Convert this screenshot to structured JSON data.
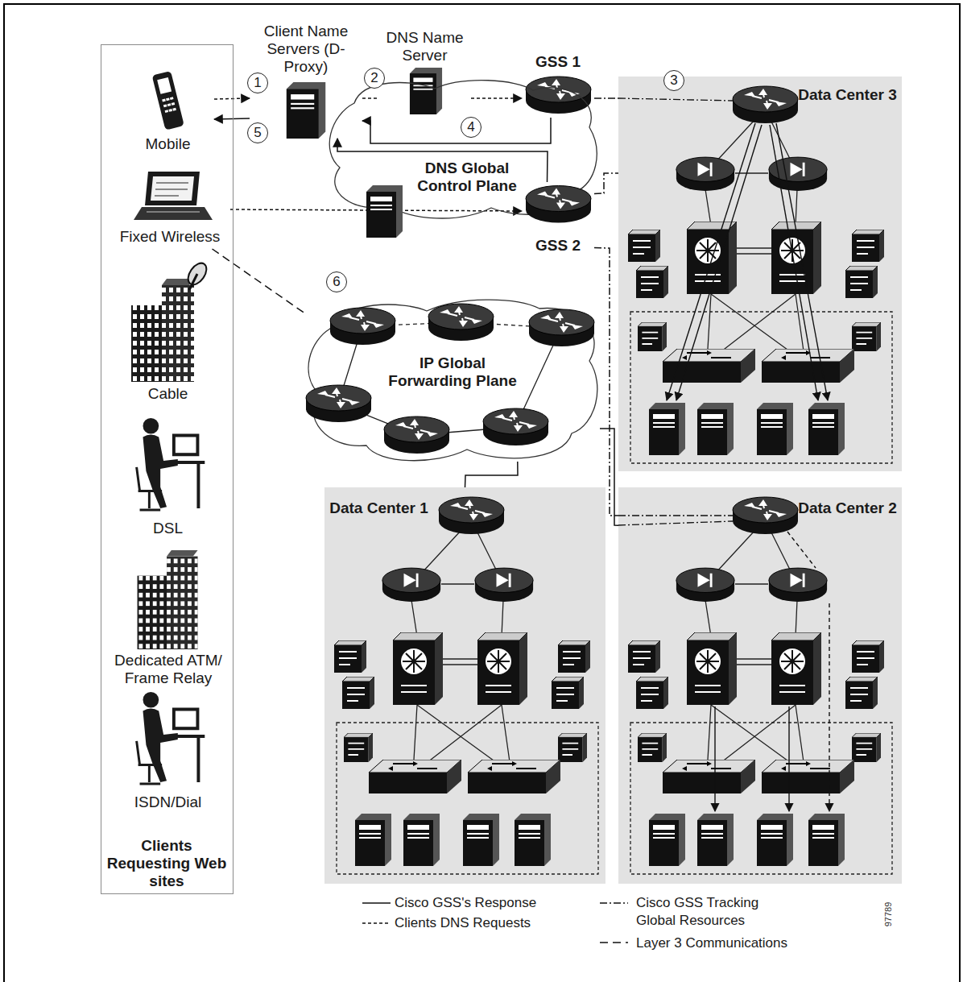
{
  "diagram": {
    "nodes": [
      {
        "text": [
          "Clients Requesting Web sites"
        ]
      },
      {
        "text": [
          "Mobile"
        ],
        "in": 0
      },
      {
        "text": [
          "Fixed Wireless"
        ],
        "in": 0
      },
      {
        "text": [
          "Cable"
        ],
        "in": 0
      },
      {
        "text": [
          "DSL"
        ],
        "in": 0
      },
      {
        "text": [
          "Dedicated ATM/ Frame Relay"
        ],
        "in": 0
      },
      {
        "text": [
          "ISDN/Dial"
        ],
        "in": 0
      },
      {
        "text": [
          "Client Name Servers (D-Proxy)"
        ]
      },
      {
        "text": [
          "DNS Name Server"
        ]
      },
      {
        "text": [
          "GSS 1"
        ]
      },
      {
        "text": [
          "DNS Global Control Plane"
        ]
      },
      {
        "text": [
          "GSS 2"
        ]
      },
      {
        "text": [
          "IP Global Forwarding Plane"
        ]
      },
      {
        "text": [
          "Data Center 3"
        ]
      },
      {
        "text": [
          "Data Center 1"
        ]
      },
      {
        "text": [
          "Data Center 2"
        ]
      }
    ],
    "edges": [
      {
        "from": 1,
        "to": 7,
        "arrow": "to"
      },
      {
        "from": 7,
        "to": 1,
        "arrow": "to"
      },
      {
        "from": 7,
        "to": 8,
        "arrow": "none"
      },
      {
        "from": 8,
        "to": 9,
        "arrow": "to"
      },
      {
        "from": 9,
        "to": 7,
        "arrow": "to"
      },
      {
        "from": 11,
        "to": 7,
        "arrow": "to"
      },
      {
        "from": 2,
        "to": 11,
        "arrow": "to"
      },
      {
        "from": 2,
        "to": 12,
        "arrow": "none"
      },
      {
        "from": 9,
        "to": 13,
        "arrow": "none"
      },
      {
        "from": 11,
        "to": 13,
        "arrow": "none"
      },
      {
        "from": 11,
        "to": 15,
        "arrow": "none"
      },
      {
        "from": 12,
        "to": 14,
        "arrow": "none"
      },
      {
        "from": 12,
        "to": 15,
        "arrow": "none"
      }
    ],
    "labels": [
      "1",
      "2",
      "3",
      "4",
      "5",
      "6",
      "97789"
    ],
    "legend": [
      {
        "text": "Cisco GSS's Response"
      },
      {
        "text": "Clients DNS Requests"
      },
      {
        "text": "Cisco GSS Tracking Global Resources"
      },
      {
        "text": "Layer 3 Communications"
      }
    ]
  }
}
